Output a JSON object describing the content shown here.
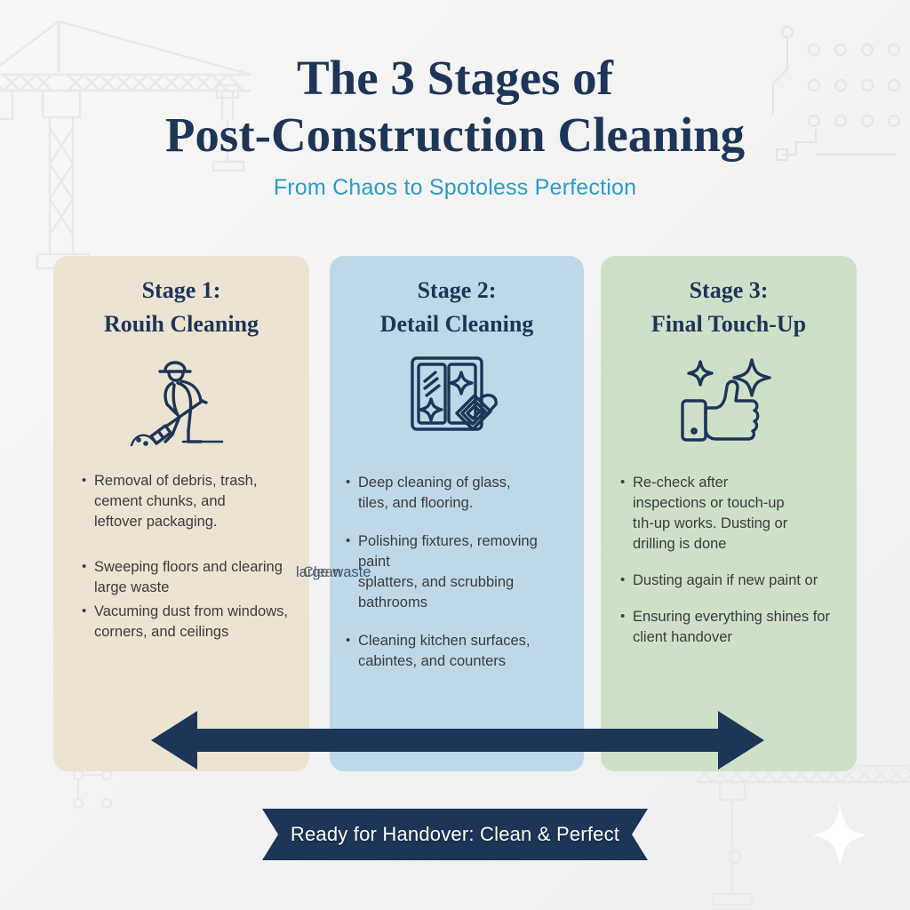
{
  "header": {
    "title_line1": "The 3 Stages of",
    "title_line2": "Post-Construction Cleaning",
    "subtitle": "From Chaos to Spotoless Perfection"
  },
  "colors": {
    "navy": "#1d3557",
    "accent_cyan": "#2b9cc8",
    "card1_bg": "#ece3d2",
    "card2_bg": "#bed8e8",
    "card3_bg": "#cfe0c9",
    "page_bg": "#f4f5f4",
    "body_text": "#3c3c3c"
  },
  "stages": [
    {
      "heading_line1": "Stage 1:",
      "heading_line2": "Rouih Cleaning",
      "icon": "worker-sweeping-icon",
      "bullets": [
        "Removal of debris, trash,\ncement chunks, and\nleftover packaging.",
        "Sweeping floors and clearing large waste",
        "Vacuming dust from windows,\ncorners, and ceilings"
      ]
    },
    {
      "heading_line1": "Stage 2:",
      "heading_line2": "Detail Cleaning",
      "icon": "window-squeegee-icon",
      "bullets": [
        "Deep cleaning of glass,\ntiles, and flooring.",
        "Polishing fixtures, removing paint\nsplatters, and scrubbing bathrooms",
        "Cleaning kitchen surfaces,\ncabintes, and counters"
      ]
    },
    {
      "heading_line1": "Stage 3:",
      "heading_line2": "Final Touch-Up",
      "icon": "thumbs-up-sparkle-icon",
      "bullets": [
        "Re-check after\ninspections or touch-up\ntıh-up works. Dusting or\ndrilling is done",
        "Dusting again if new paint or",
        "Ensuring everything shines for\nclient handover"
      ]
    }
  ],
  "overflow_artifact": {
    "text_a": "large waste",
    "text_b": "Clean"
  },
  "arrow": {
    "name": "progression-double-arrow",
    "direction": "bidirectional"
  },
  "ribbon": {
    "label": "Ready for Handover: Clean & Perfect"
  }
}
